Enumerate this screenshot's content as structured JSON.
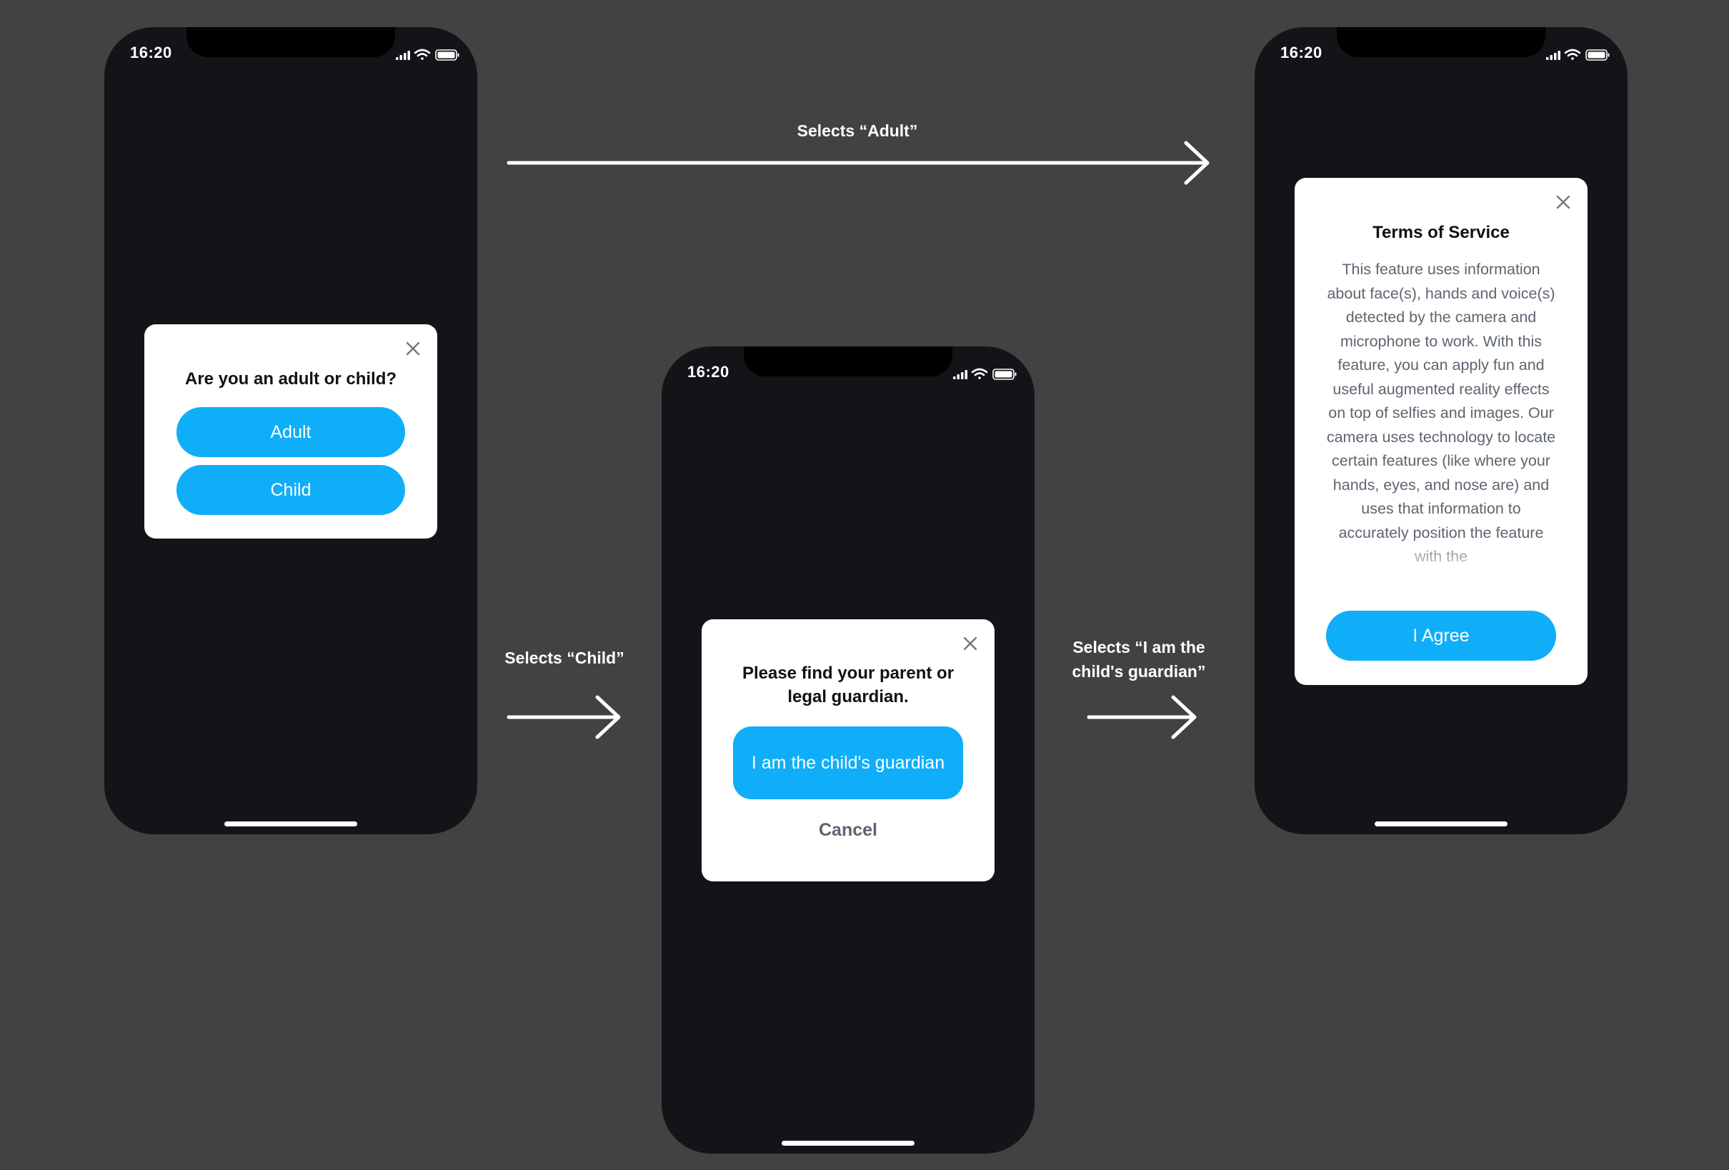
{
  "status_bar": {
    "time": "16:20",
    "icons": [
      "signal-icon",
      "wifi-icon",
      "battery-icon"
    ]
  },
  "screen_age": {
    "question": "Are you an adult or child?",
    "adult_label": "Adult",
    "child_label": "Child"
  },
  "screen_guardian": {
    "message": "Please find your parent or legal guardian.",
    "guardian_label": "I am the child's guardian",
    "cancel_label": "Cancel"
  },
  "screen_tos": {
    "title": "Terms of Service",
    "body": "This feature uses information about face(s), hands and voice(s) detected by the camera and microphone to work. With this feature, you can apply fun and useful augmented reality effects on top of selfies and images. Our camera uses technology to locate certain features (like where your hands, eyes, and nose are) and uses that information to accurately position the feature with the",
    "agree_label": "I Agree"
  },
  "flow": {
    "adult": "Selects “Adult”",
    "child": "Selects “Child”",
    "guardian_line1": "Selects “I am the",
    "guardian_line2": "child's guardian”"
  },
  "colors": {
    "background": "#424242",
    "phone": "#131417",
    "accent": "#10aef8",
    "modal": "#ffffff"
  }
}
